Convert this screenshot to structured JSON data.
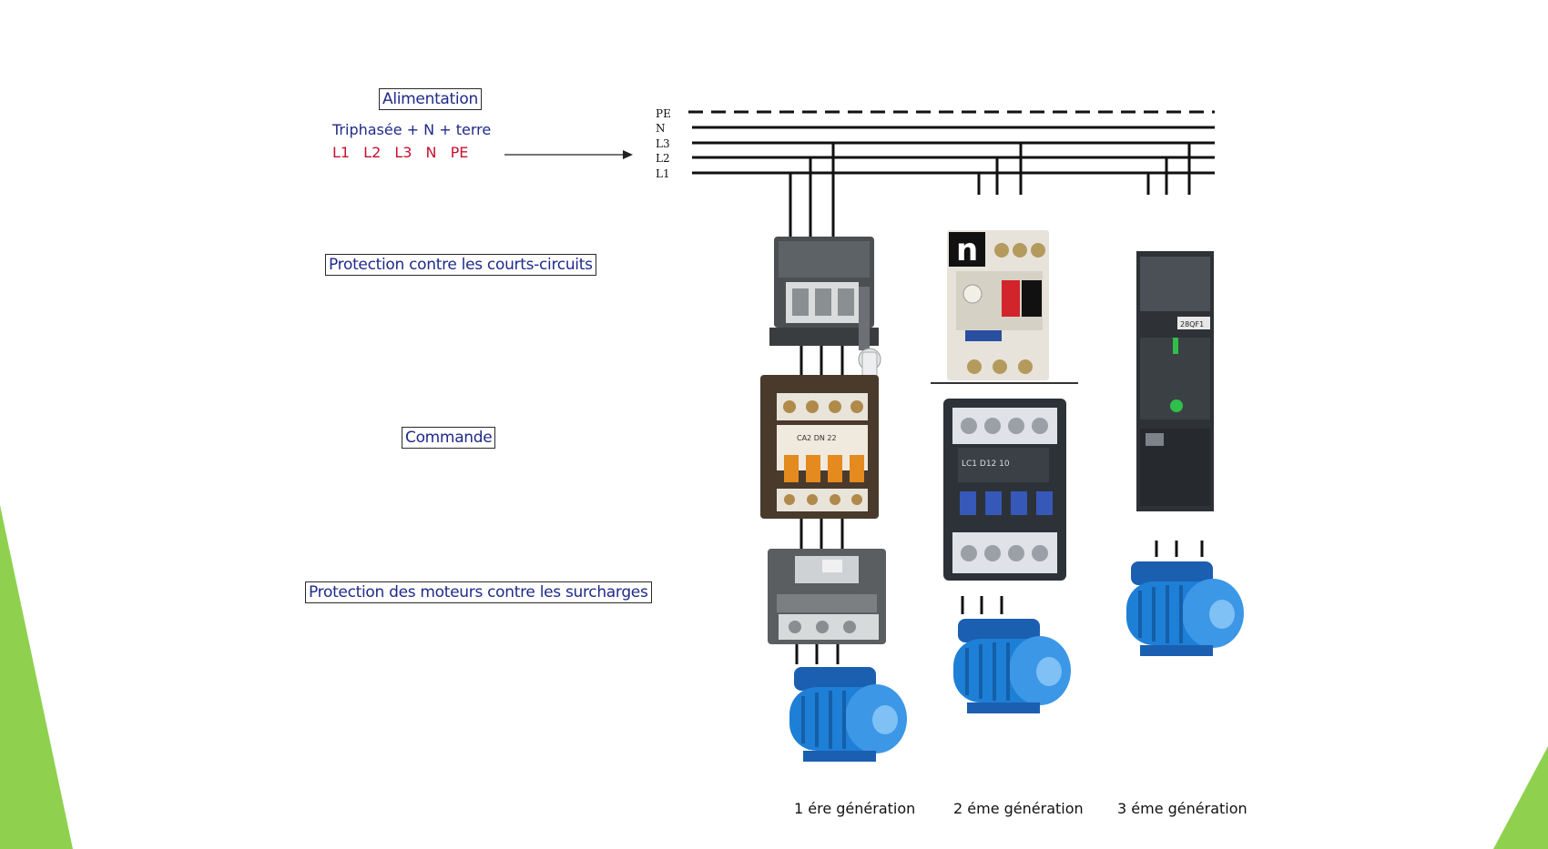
{
  "labels": {
    "alimentation": "Alimentation",
    "supply_type": "Triphasée + N + terre",
    "phases": "L1  L2  L3  N  PE",
    "short_circuit": "Protection contre les courts-circuits",
    "commande": "Commande",
    "overload": "Protection des moteurs contre les surcharges"
  },
  "bus": {
    "pe": "PE",
    "n": "N",
    "l3": "L3",
    "l2": "L2",
    "l1": "L1"
  },
  "device_marks": {
    "breaker_id": "28QF1",
    "brand_letter": "n",
    "contactor_1_ref": "CA2 DN 22",
    "contactor_2_ref": "LC1 D12 10"
  },
  "generations": {
    "g1": "1 ére génération",
    "g2": "2 éme génération",
    "g3": "3 éme génération"
  },
  "colors": {
    "label_text": "#1f2a8a",
    "phase_text": "#c8102e",
    "accent_green": "#8fd14f",
    "motor_blue": "#1e7fd6"
  }
}
